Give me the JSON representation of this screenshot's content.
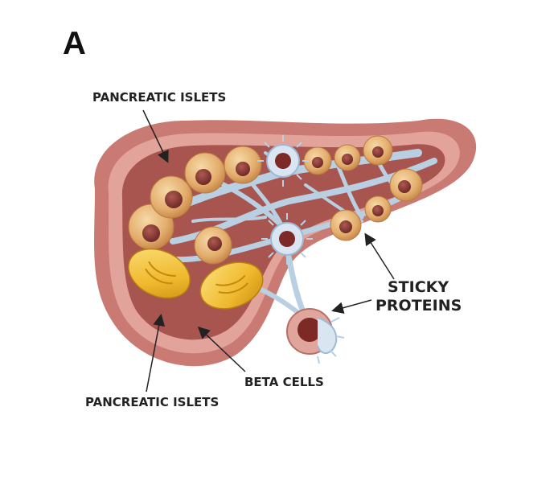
{
  "figure": {
    "panel_letter": "A",
    "labels": {
      "islets_top": "PANCREATIC ISLETS",
      "islets_bottom": "PANCREATIC ISLETS",
      "beta_cells": "BETA CELLS",
      "sticky_line1": "STICKY",
      "sticky_line2": "PROTEINS"
    }
  },
  "colors": {
    "pancreas_outer": "#c97a73",
    "pancreas_mid": "#e2a39b",
    "pancreas_inner": "#a8554f",
    "islet_cell": "#e8b679",
    "islet_nucleus": "#8b3c37",
    "beta_cell": "#f0c13a",
    "protein": "#b9cfe2",
    "arrow": "#222222"
  }
}
